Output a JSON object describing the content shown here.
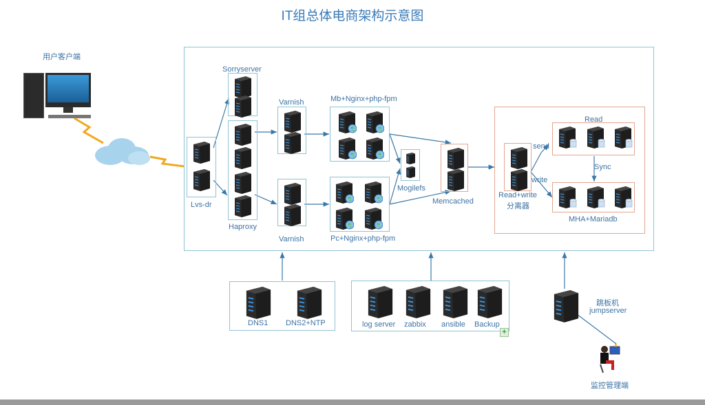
{
  "title": "IT组总体电商架构示意图",
  "client": {
    "label": "用户客户端"
  },
  "groups": {
    "sorryserver": "Sorryserver",
    "lvs": "Lvs-dr",
    "haproxy": "Haproxy",
    "varnish_top": "Varnish",
    "varnish_bottom": "Varnish",
    "mb_nginx": "Mb+Nginx+php-fpm",
    "pc_nginx": "Pc+Nginx+php-fpm",
    "mogilefs": "Mogilefs",
    "memcached": "Memcached",
    "rw_splitter_line1": "Read+write",
    "rw_splitter_line2": "分离器",
    "read": "Read",
    "mha": "MHA+Mariadb",
    "send": "send",
    "write": "write",
    "sync": "Sync"
  },
  "infra": {
    "dns": [
      "DNS1",
      "DNS2+NTP"
    ],
    "ops": [
      "log server",
      "zabbix",
      "ansible",
      "Backup"
    ]
  },
  "jump": {
    "line1": "跳板机",
    "line2": "jumpserver"
  },
  "admin": {
    "label": "监控管理端"
  },
  "colors": {
    "label": "#3d72a4",
    "box": "#8fc3d2",
    "box_red": "#e2a58f",
    "arrow": "#3a78a8",
    "lightning": "#f2a81d"
  }
}
